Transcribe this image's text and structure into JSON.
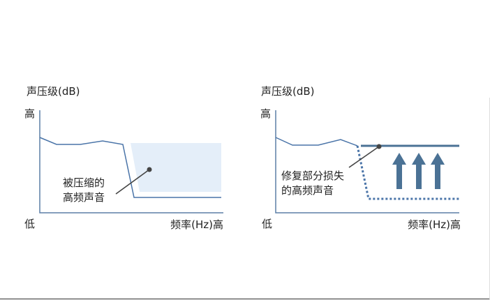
{
  "left_panel": {
    "y_axis_title": "声压级(dB)",
    "y_high_label": "高",
    "y_low_label": "低",
    "x_axis_label": "频率(Hz)高",
    "callout_line1": "被压缩的",
    "callout_line2": "高频声音"
  },
  "right_panel": {
    "y_axis_title": "声压级(dB)",
    "y_high_label": "高",
    "y_low_label": "低",
    "x_axis_label": "频率(Hz)高",
    "callout_line1": "修复部分损失",
    "callout_line2": "的高频声音"
  },
  "colors": {
    "axis": "#5b7fa6",
    "curve": "#4a74a8",
    "fill": "#e4eef9",
    "arrow": "#4b7295",
    "pointer": "#444444"
  }
}
